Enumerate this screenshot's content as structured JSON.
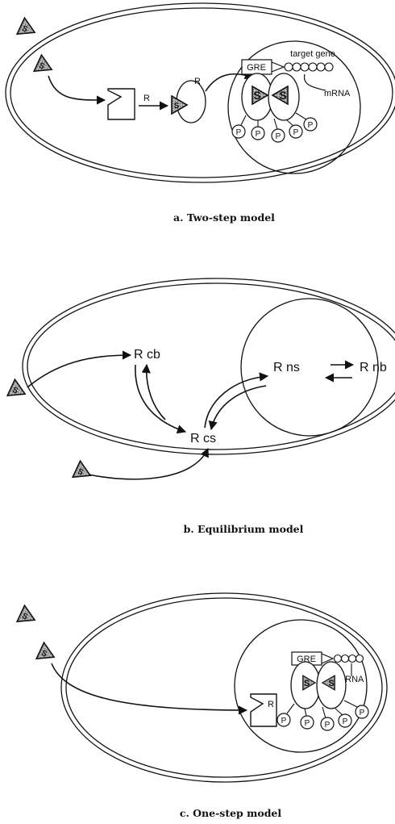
{
  "panels": {
    "a": {
      "caption": "a.  Two-step model",
      "ligand": "S",
      "receptor": "R",
      "gre": "GRE",
      "target_gene": "target gene",
      "mrna": "mRNA",
      "phospho": "P"
    },
    "b": {
      "caption": "b.  Equilibrium model",
      "ligand": "S",
      "rcb": "R cb",
      "rcs": "R cs",
      "rns": "R ns",
      "rnb": "R nb"
    },
    "c": {
      "caption": "c.  One-step model",
      "ligand": "S",
      "receptor": "R",
      "gre": "GRE",
      "mrna": "mRNA",
      "phospho": "P"
    }
  },
  "colors": {
    "ink": "#111111",
    "ligand_fill": "#9a9a9a"
  }
}
